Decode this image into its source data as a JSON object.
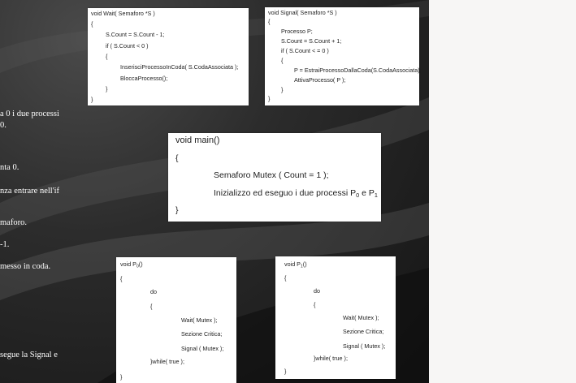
{
  "left_text": [
    "a 0 i due processi",
    "0.",
    "nta 0.",
    "nza entrare nell'if",
    "maforo.",
    "-1.",
    "messo in coda.",
    "segue la Signal e"
  ],
  "wait_box": {
    "lines": [
      "void  Wait( Semaforo *S )",
      "{",
      "S.Count = S.Count - 1;",
      "if ( S.Count < 0 )",
      "{",
      "InserisciProcessoInCoda( S.CodaAssociata );",
      "BloccaProcesso();",
      "}",
      "}"
    ]
  },
  "signal_box": {
    "lines": [
      "void  Signal( Semaforo *S )",
      "{",
      "Processo P;",
      "S.Count = S.Count + 1;",
      "if ( S.Count < = 0 )",
      "{",
      "P = EstraiProcessoDallaCoda(S.CodaAssociata);",
      "AttivaProcesso( P );",
      "}",
      "}"
    ]
  },
  "main_box": {
    "header": "void main()",
    "open": "{",
    "line1": "Semaforo Mutex ( Count = 1 );",
    "line2_prefix": "Inizializzo ed eseguo i due processi P",
    "line2_sub0": "0",
    "line2_mid": " e P",
    "line2_sub1": "1",
    "close": "}"
  },
  "p0_box": {
    "header_prefix": "void P",
    "header_sub": "0",
    "header_suffix": "()",
    "lines": [
      "{",
      "do",
      "{",
      "Wait( Mutex );",
      "Sezione Critica;",
      "Signal ( Mutex );",
      "}while( true );",
      "}"
    ]
  },
  "p1_box": {
    "header_prefix": "void P",
    "header_sub": "1",
    "header_suffix": "()",
    "lines": [
      "{",
      "do",
      "{",
      "Wait( Mutex );",
      "Sezione Critica;",
      "Signal ( Mutex );",
      "}while( true );",
      "}"
    ]
  }
}
